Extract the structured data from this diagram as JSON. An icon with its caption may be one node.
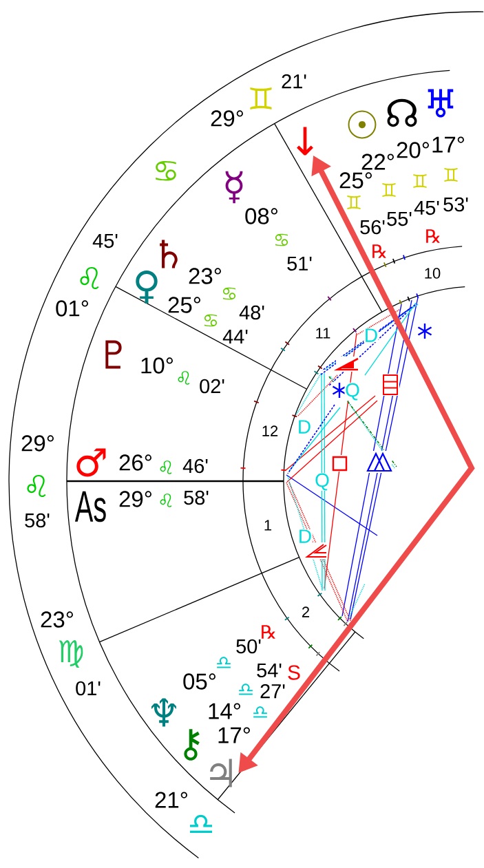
{
  "diagram": {
    "nodes": [
      {
        "text": [
          "↓"
        ],
        "beside": [
          "25°",
          "♊",
          "56'",
          "℞"
        ]
      },
      {
        "text": [
          "♃"
        ],
        "beside": [
          "17°",
          "♎",
          "27'",
          "S"
        ]
      }
    ],
    "edges": [
      {
        "from": 0,
        "to": 1,
        "arrow": "both",
        "color": "#f04b4b"
      }
    ],
    "labels": [
      "29°",
      "♊",
      "21'",
      "☉",
      "22°",
      "♊",
      "55'",
      "☊",
      "20°",
      "♊",
      "45'",
      "℞",
      "♅",
      "17°",
      "♊",
      "53'",
      "♋",
      "☿",
      "08°",
      "♋",
      "51'",
      "45'",
      "♌",
      "01°",
      "♄",
      "23°",
      "♋",
      "48'",
      "♀",
      "25°",
      "♋",
      "44'",
      "10",
      "11",
      "D",
      "Q",
      "♇",
      "10°",
      "♌",
      "02'",
      "12",
      "D",
      "29°",
      "♌",
      "58'",
      "♂",
      "26°",
      "♌",
      "46'",
      "As",
      "29°",
      "♌",
      "58'",
      "Q",
      "1",
      "D",
      "2",
      "23°",
      "♍",
      "01'",
      "♆",
      "05°",
      "♎",
      "50'",
      "℞",
      "⚷",
      "14°",
      "♎",
      "54'",
      "21°",
      "♎"
    ]
  }
}
